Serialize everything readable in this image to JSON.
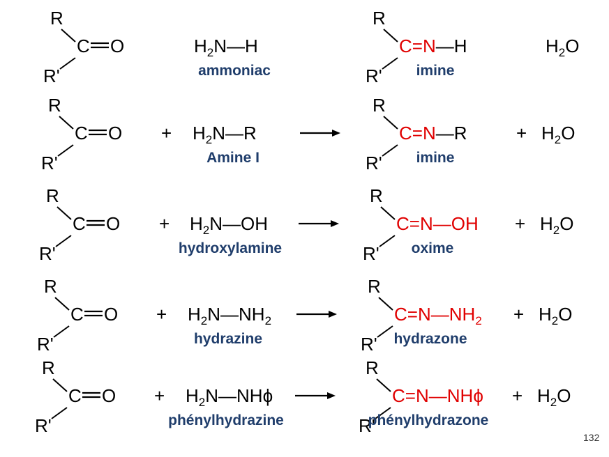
{
  "colors": {
    "text": "#000000",
    "product": "#e00000",
    "label": "#1f3d6b"
  },
  "symbols": {
    "plus": "+",
    "water": [
      "H",
      "2",
      "O"
    ]
  },
  "reactions": [
    {
      "name": "reaction-ammonia",
      "carbonyl": {
        "r": "R",
        "rp": "R'",
        "c": "C",
        "o": "O"
      },
      "reagent": [
        [
          "H",
          "n"
        ],
        [
          "2",
          "s"
        ],
        [
          "N",
          "n"
        ],
        [
          "—",
          "n"
        ],
        [
          "H",
          "n"
        ]
      ],
      "reagent_label": "ammoniac",
      "product_red": [
        [
          "C",
          "n"
        ],
        [
          "=",
          "n"
        ],
        [
          "N",
          "n"
        ]
      ],
      "product_black": [
        [
          "—",
          "n"
        ],
        [
          "H",
          "n"
        ]
      ],
      "product_label": "imine",
      "has_plus": false,
      "has_arrow": false
    },
    {
      "name": "reaction-primary-amine",
      "carbonyl": {
        "r": "R",
        "rp": "R'",
        "c": "C",
        "o": "O"
      },
      "reagent": [
        [
          "H",
          "n"
        ],
        [
          "2",
          "s"
        ],
        [
          "N",
          "n"
        ],
        [
          "—",
          "n"
        ],
        [
          "R",
          "n"
        ]
      ],
      "reagent_label": "Amine I",
      "product_red": [
        [
          "C",
          "n"
        ],
        [
          "=",
          "n"
        ],
        [
          "N",
          "n"
        ]
      ],
      "product_black": [
        [
          "—",
          "n"
        ],
        [
          "R",
          "n"
        ]
      ],
      "product_label": "imine",
      "has_plus": true,
      "has_arrow": true
    },
    {
      "name": "reaction-hydroxylamine",
      "carbonyl": {
        "r": "R",
        "rp": "R'",
        "c": "C",
        "o": "O"
      },
      "reagent": [
        [
          "H",
          "n"
        ],
        [
          "2",
          "s"
        ],
        [
          "N",
          "n"
        ],
        [
          "—",
          "n"
        ],
        [
          "OH",
          "n"
        ]
      ],
      "reagent_label": "hydroxylamine",
      "product_red": [
        [
          "C",
          "n"
        ],
        [
          "=",
          "n"
        ],
        [
          "N",
          "n"
        ],
        [
          "—",
          "n"
        ],
        [
          "OH",
          "n"
        ]
      ],
      "product_black": [],
      "product_label": "oxime",
      "has_plus": true,
      "has_arrow": true
    },
    {
      "name": "reaction-hydrazine",
      "carbonyl": {
        "r": "R",
        "rp": "R'",
        "c": "C",
        "o": "O"
      },
      "reagent": [
        [
          "H",
          "n"
        ],
        [
          "2",
          "s"
        ],
        [
          "N",
          "n"
        ],
        [
          "—",
          "n"
        ],
        [
          "NH",
          "n"
        ],
        [
          "2",
          "s"
        ]
      ],
      "reagent_label": "hydrazine",
      "product_red": [
        [
          "C",
          "n"
        ],
        [
          "=",
          "n"
        ],
        [
          "N",
          "n"
        ],
        [
          "—",
          "n"
        ],
        [
          "NH",
          "n"
        ],
        [
          "2",
          "s"
        ]
      ],
      "product_black": [],
      "product_label": "hydrazone",
      "has_plus": true,
      "has_arrow": true
    },
    {
      "name": "reaction-phenylhydrazine",
      "carbonyl": {
        "r": "R",
        "rp": "R'",
        "c": "C",
        "o": "O"
      },
      "reagent": [
        [
          "H",
          "n"
        ],
        [
          "2",
          "s"
        ],
        [
          "N",
          "n"
        ],
        [
          "—",
          "n"
        ],
        [
          "NH",
          "n"
        ],
        [
          "ϕ",
          "n"
        ]
      ],
      "reagent_label": "phénylhydrazine",
      "product_red": [
        [
          "C",
          "n"
        ],
        [
          "=",
          "n"
        ],
        [
          "N",
          "n"
        ],
        [
          "—",
          "n"
        ],
        [
          "NH",
          "n"
        ],
        [
          "ϕ",
          "n"
        ]
      ],
      "product_black": [],
      "product_label": "phénylhydrazone",
      "has_plus": true,
      "has_arrow": true
    }
  ],
  "slide_number": "132"
}
